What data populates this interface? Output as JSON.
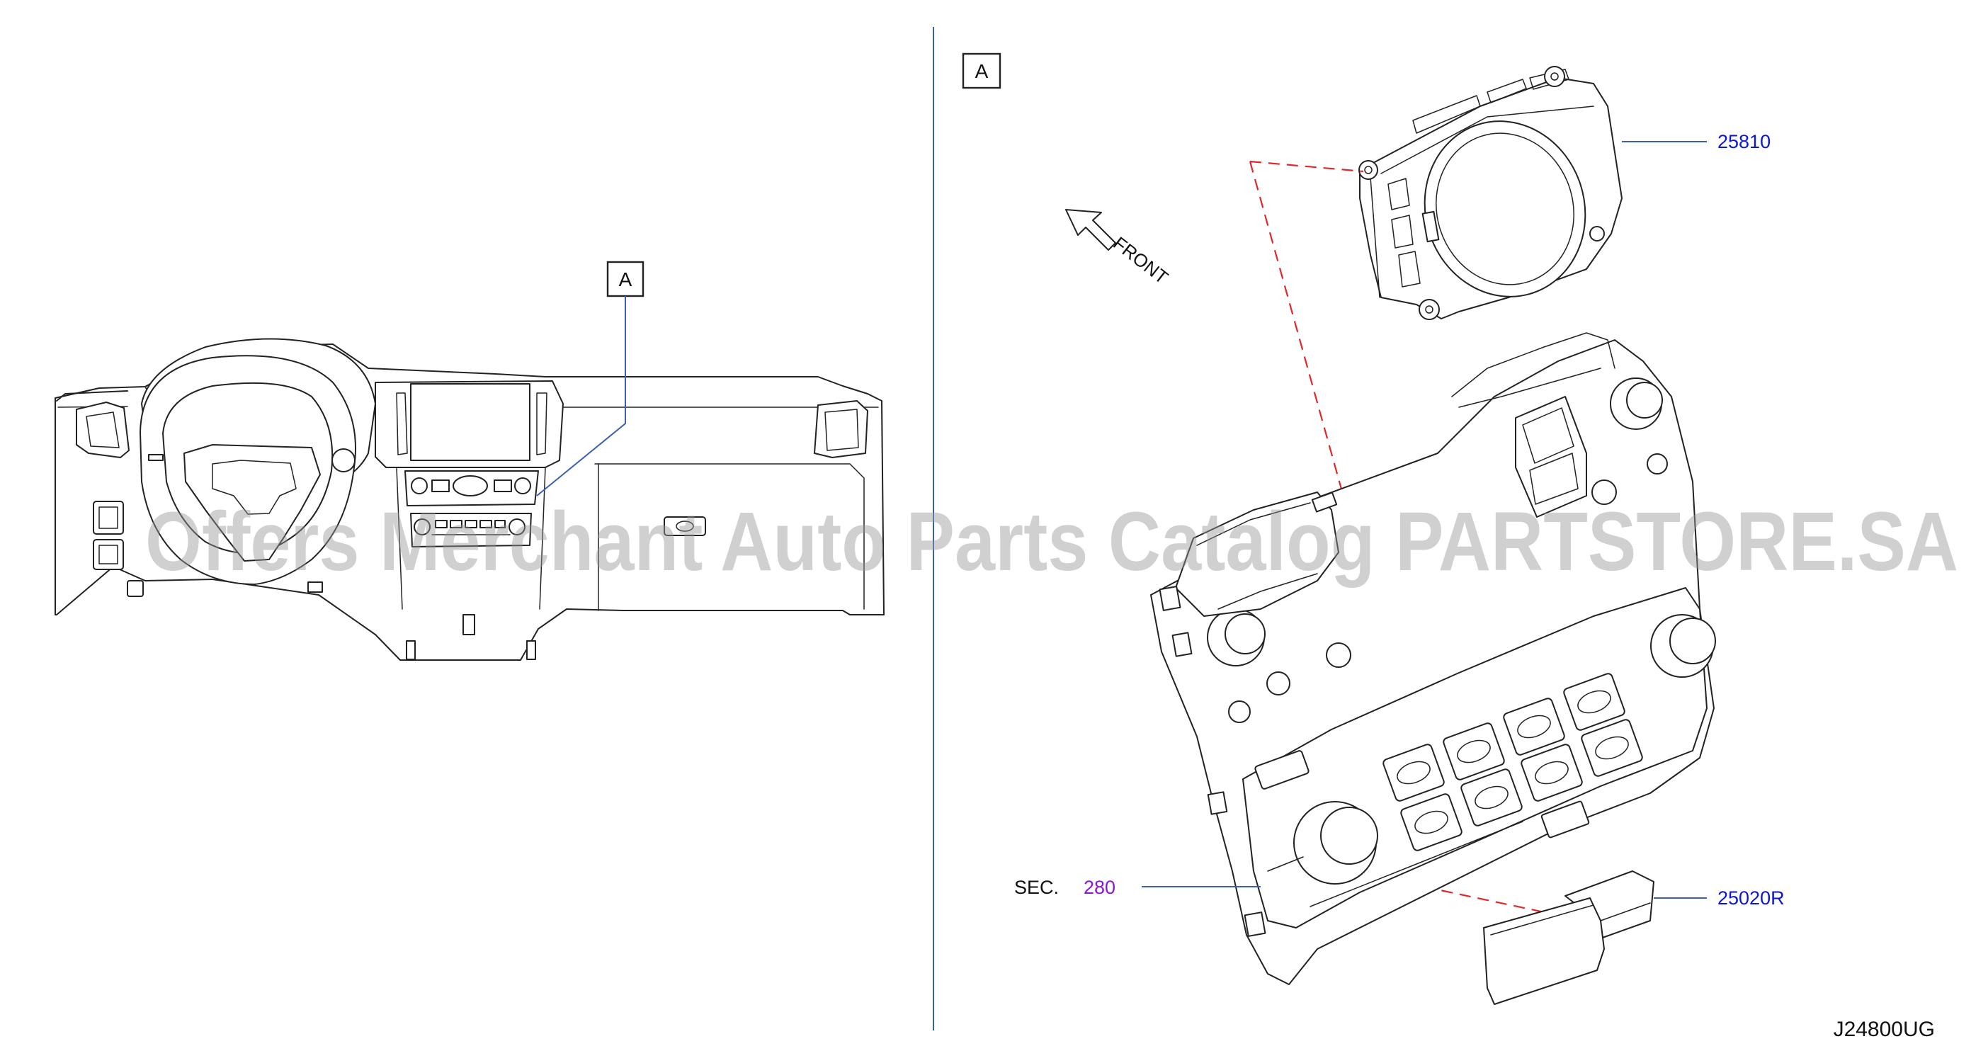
{
  "diagram": {
    "view_label_left": "A",
    "view_label_right": "A",
    "front_label": "FRONT",
    "parts": {
      "upper_unit": "25810",
      "lower_module": "25020R"
    },
    "section_ref": {
      "prefix": "SEC.",
      "number": "280"
    },
    "drawing_id": "J24800UG"
  },
  "watermark": {
    "text": "Offers Merchant Auto Parts Catalog PARTSTORE.SA"
  },
  "colors": {
    "part_number": "#0b16d6",
    "section_number": "#8a18d8",
    "leader_line": "#3a5fb0",
    "alignment_dash": "#e0282a",
    "watermark": "#969696"
  }
}
